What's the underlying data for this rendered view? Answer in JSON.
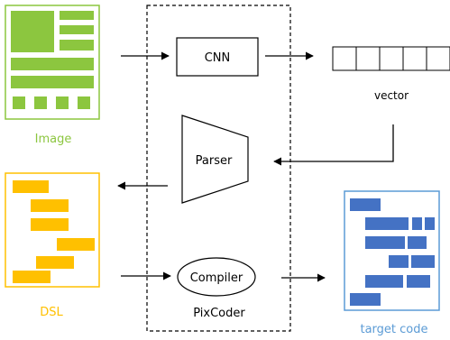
{
  "labels": {
    "image": "Image",
    "cnn": "CNN",
    "vector": "vector",
    "parser": "Parser",
    "dsl": "DSL",
    "compiler": "Compiler",
    "pixcoder": "PixCoder",
    "target_code": "target code"
  },
  "colors": {
    "image_green": "#8cc63f",
    "dsl_yellow": "#ffc000",
    "code_blue": "#4472c4",
    "target_label_blue": "#5b9bd5",
    "arrow": "#000000"
  },
  "icons": {
    "image": "ui-mockup-thumbnail",
    "dsl": "dsl-token-blocks",
    "target_code": "code-layout-blocks"
  }
}
